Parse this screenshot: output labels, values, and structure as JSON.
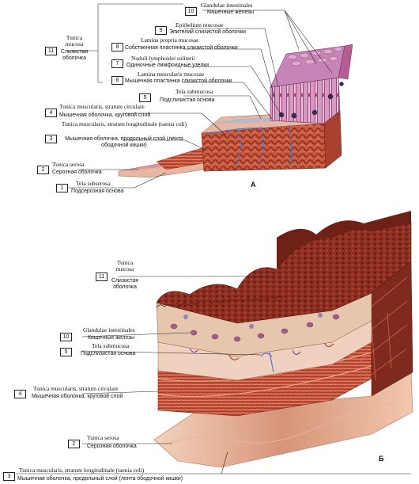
{
  "figure": {
    "panel_a": "А",
    "panel_b": "Б"
  },
  "labels_a": [
    {
      "num": "10",
      "lat": "Glandulae intestinales",
      "ru": "Кишечные железы"
    },
    {
      "num": "9",
      "lat": "Epithelium mucosae",
      "ru": "Эпителий слизистой оболочки"
    },
    {
      "num": "8",
      "lat": "Lamina propria mucosae",
      "ru": "Собственная пластинка слизистой оболочки"
    },
    {
      "num": "7",
      "lat": "Noduli lymphoidei solitarii",
      "ru": "Одиночные лимфоидные узелки"
    },
    {
      "num": "6",
      "lat": "Lamina muscularis mucosae",
      "ru": "Мышечная пластинка слизистой оболочки"
    },
    {
      "num": "11",
      "lat": "Tunica mucosa",
      "ru": "Слизистая оболочка"
    },
    {
      "num": "5",
      "lat": "Tela submucosa",
      "ru": "Подслизистая основа"
    },
    {
      "num": "4",
      "lat": "Tunica muscularis, stratum circulare",
      "ru": "Мышечная оболочка, круговой слой"
    },
    {
      "num": "3",
      "lat": "Tunica muscularis, stratum longitudinale (taenia coli)",
      "ru": "Мышечная оболочка, продольный слой (лента ободочной кишки)"
    },
    {
      "num": "2",
      "lat": "Tunica serosa",
      "ru": "Серозная оболочка"
    },
    {
      "num": "1",
      "lat": "Tela subserosa",
      "ru": "Подсерозная основа"
    }
  ],
  "labels_b": [
    {
      "num": "11",
      "lat": "Tunica mucosa",
      "ru": "Слизистая оболочка"
    },
    {
      "num": "10",
      "lat": "Glandulae intestinales",
      "ru": "Кишечные железы"
    },
    {
      "num": "5",
      "lat": "Tela submucosa",
      "ru": "Подслизистая основа"
    },
    {
      "num": "4",
      "lat": "Tunica muscularis, stratum circulare",
      "ru": "Мышечная оболочка, круговой слой"
    },
    {
      "num": "2",
      "lat": "Tunica serosa",
      "ru": "Серозная оболочка"
    },
    {
      "num": "3",
      "lat": "Tunica muscularis, stratum longitudinale (taenia coli)",
      "ru": "Мышечная оболочка, продольный слой (лента ободочной кишки)"
    }
  ],
  "colors": {
    "mucosa_dark": "#7a2418",
    "mucosa_mid": "#a8473a",
    "villi_pink": "#c47aa6",
    "submucosa": "#e8b9a8",
    "muscle_red": "#b9452f",
    "muscle_light": "#d98a6c",
    "serosa": "#f0c9b0",
    "vessel_blue": "#5a7fc9",
    "lymph_purple": "#8a6fb5"
  }
}
